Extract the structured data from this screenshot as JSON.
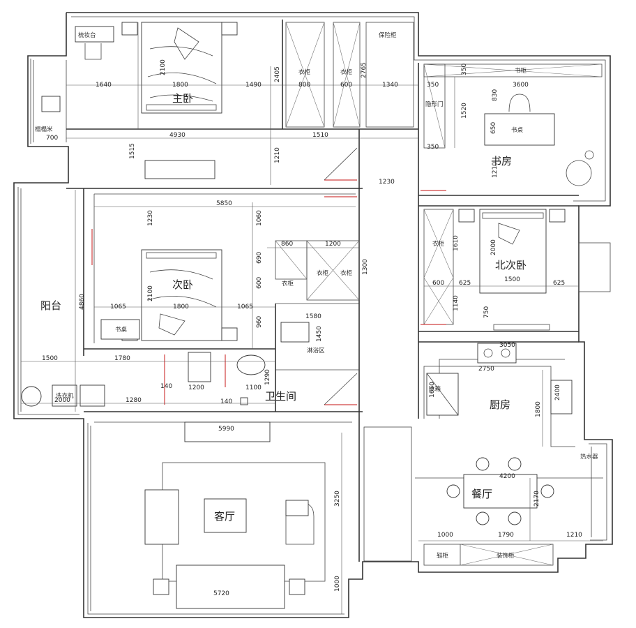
{
  "rooms": {
    "master_bedroom": "主卧",
    "second_bedroom": "次卧",
    "north_second_bedroom": "北次卧",
    "study": "书房",
    "balcony": "阳台",
    "bathroom": "卫生间",
    "kitchen": "厨房",
    "dining": "餐厅",
    "living": "客厅"
  },
  "labels": {
    "dresser": "梳妆台",
    "tatami": "榻榻米",
    "wardrobe": "衣柜",
    "safe": "保险柜",
    "bookshelf": "书柜",
    "sliding_door": "隐形门",
    "desk": "书桌",
    "shower": "淋浴区",
    "shoe_cabinet": "鞋柜",
    "deco_cabinet": "装饰柜",
    "washer": "洗衣机",
    "fridge": "冰箱",
    "water_heater": "热水器"
  },
  "dims": {
    "d1640": "1640",
    "d1800a": "1800",
    "d1490": "1490",
    "d2100a": "2100",
    "d2405": "2405",
    "d800": "800",
    "d600a": "600",
    "d2765": "2765",
    "d1340": "1340",
    "d700": "700",
    "d4930": "4930",
    "d1515": "1515",
    "d1210a": "1210",
    "d1510": "1510",
    "d1230a": "1230",
    "d350a": "350",
    "d3600": "3600",
    "d350b": "350",
    "d830": "830",
    "d1520": "1520",
    "d650": "650",
    "d350c": "350",
    "d1210b": "1210",
    "d5850": "5850",
    "d1230b": "1230",
    "d1060": "1060",
    "d860": "860",
    "d1200a": "1200",
    "d690": "690",
    "d600b": "600",
    "d1300": "1300",
    "d4860": "4860",
    "d2100b": "2100",
    "d1800b": "1800",
    "d1065a": "1065",
    "d1065b": "1065",
    "d960": "960",
    "d1580": "1580",
    "d1450": "1450",
    "d1610": "1610",
    "d2000a": "2000",
    "d600c": "600",
    "d625a": "625",
    "d1500a": "1500",
    "d625b": "625",
    "d1140": "1140",
    "d750": "750",
    "d1500b": "1500",
    "d1780": "1780",
    "d140a": "140",
    "d1200b": "1200",
    "d1100": "1100",
    "d1290": "1290",
    "d2000b": "2000",
    "d1280": "1280",
    "d140b": "140",
    "d3050": "3050",
    "d2750": "2750",
    "d1650": "1650",
    "d2400": "2400",
    "d1800c": "1800",
    "d5990": "5990",
    "d3250": "3250",
    "d4200": "4200",
    "d2170": "2170",
    "d1000a": "1000",
    "d1790": "1790",
    "d1210c": "1210",
    "d5720": "5720",
    "d1000b": "1000"
  }
}
